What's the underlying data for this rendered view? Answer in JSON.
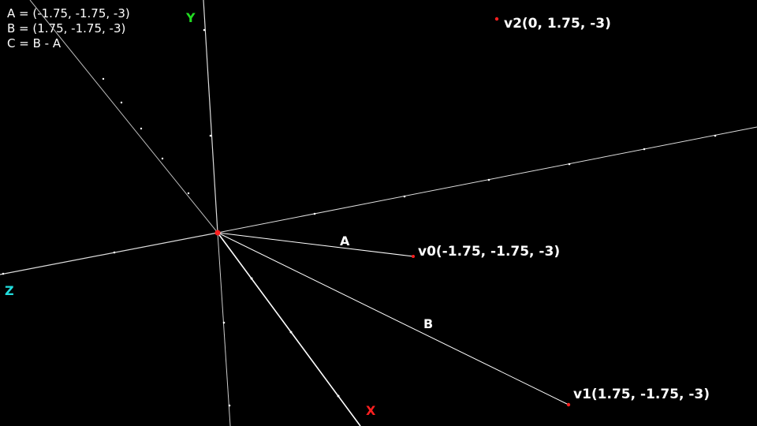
{
  "info_lines": [
    "A = (-1.75, -1.75, -3)",
    "B = (1.75, -1.75, -3)",
    "C = B - A"
  ],
  "axes": {
    "x": {
      "label": "X",
      "color": "#ff2020"
    },
    "y": {
      "label": "Y",
      "color": "#22dd22"
    },
    "z": {
      "label": "Z",
      "color": "#22dddd"
    }
  },
  "vectors": {
    "a": {
      "label": "A"
    },
    "b": {
      "label": "B"
    }
  },
  "points": {
    "v0": {
      "label": "v0(-1.75, -1.75, -3)"
    },
    "v1": {
      "label": "v1(1.75, -1.75, -3)"
    },
    "v2": {
      "label": "v2(0, 1.75, -3)"
    }
  },
  "colors": {
    "background": "#000000",
    "line": "#ffffff",
    "origin": "#ff2020",
    "point": "#ff2020"
  }
}
